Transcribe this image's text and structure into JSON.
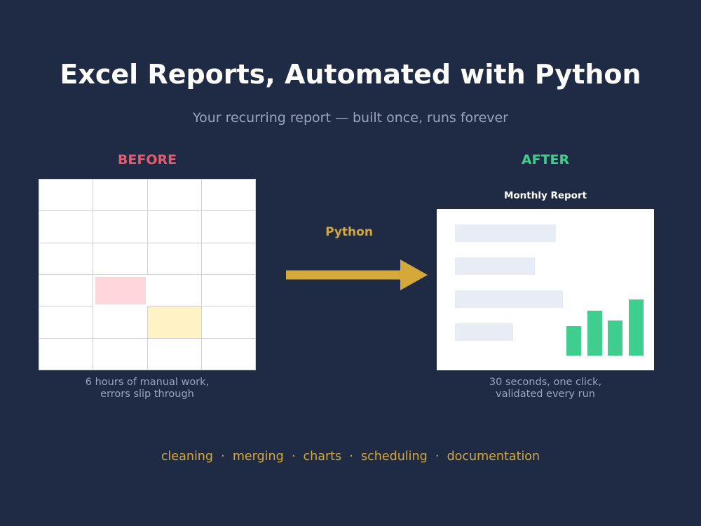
{
  "header": {
    "title": "Excel Reports, Automated with Python",
    "subtitle": "Your recurring report — built once, runs forever"
  },
  "before": {
    "label": "BEFORE",
    "caption_line1": "6 hours of manual work,",
    "caption_line2": "errors slip through"
  },
  "arrow": {
    "label": "Python"
  },
  "after": {
    "label": "AFTER",
    "report_title": "Monthly Report",
    "bar_values": [
      0.42,
      0.64,
      0.5,
      0.8
    ],
    "caption_line1": "30 seconds, one click,",
    "caption_line2": "validated every run"
  },
  "footer": {
    "items": [
      "cleaning",
      "merging",
      "charts",
      "scheduling",
      "documentation"
    ],
    "separator": "·"
  },
  "colors": {
    "background": "#1f2a44",
    "before_accent": "#e05d6f",
    "after_accent": "#3ecf8e",
    "python_accent": "#d4a93a",
    "error_cell": "#ffd6d9",
    "warning_cell": "#fff2c4"
  }
}
